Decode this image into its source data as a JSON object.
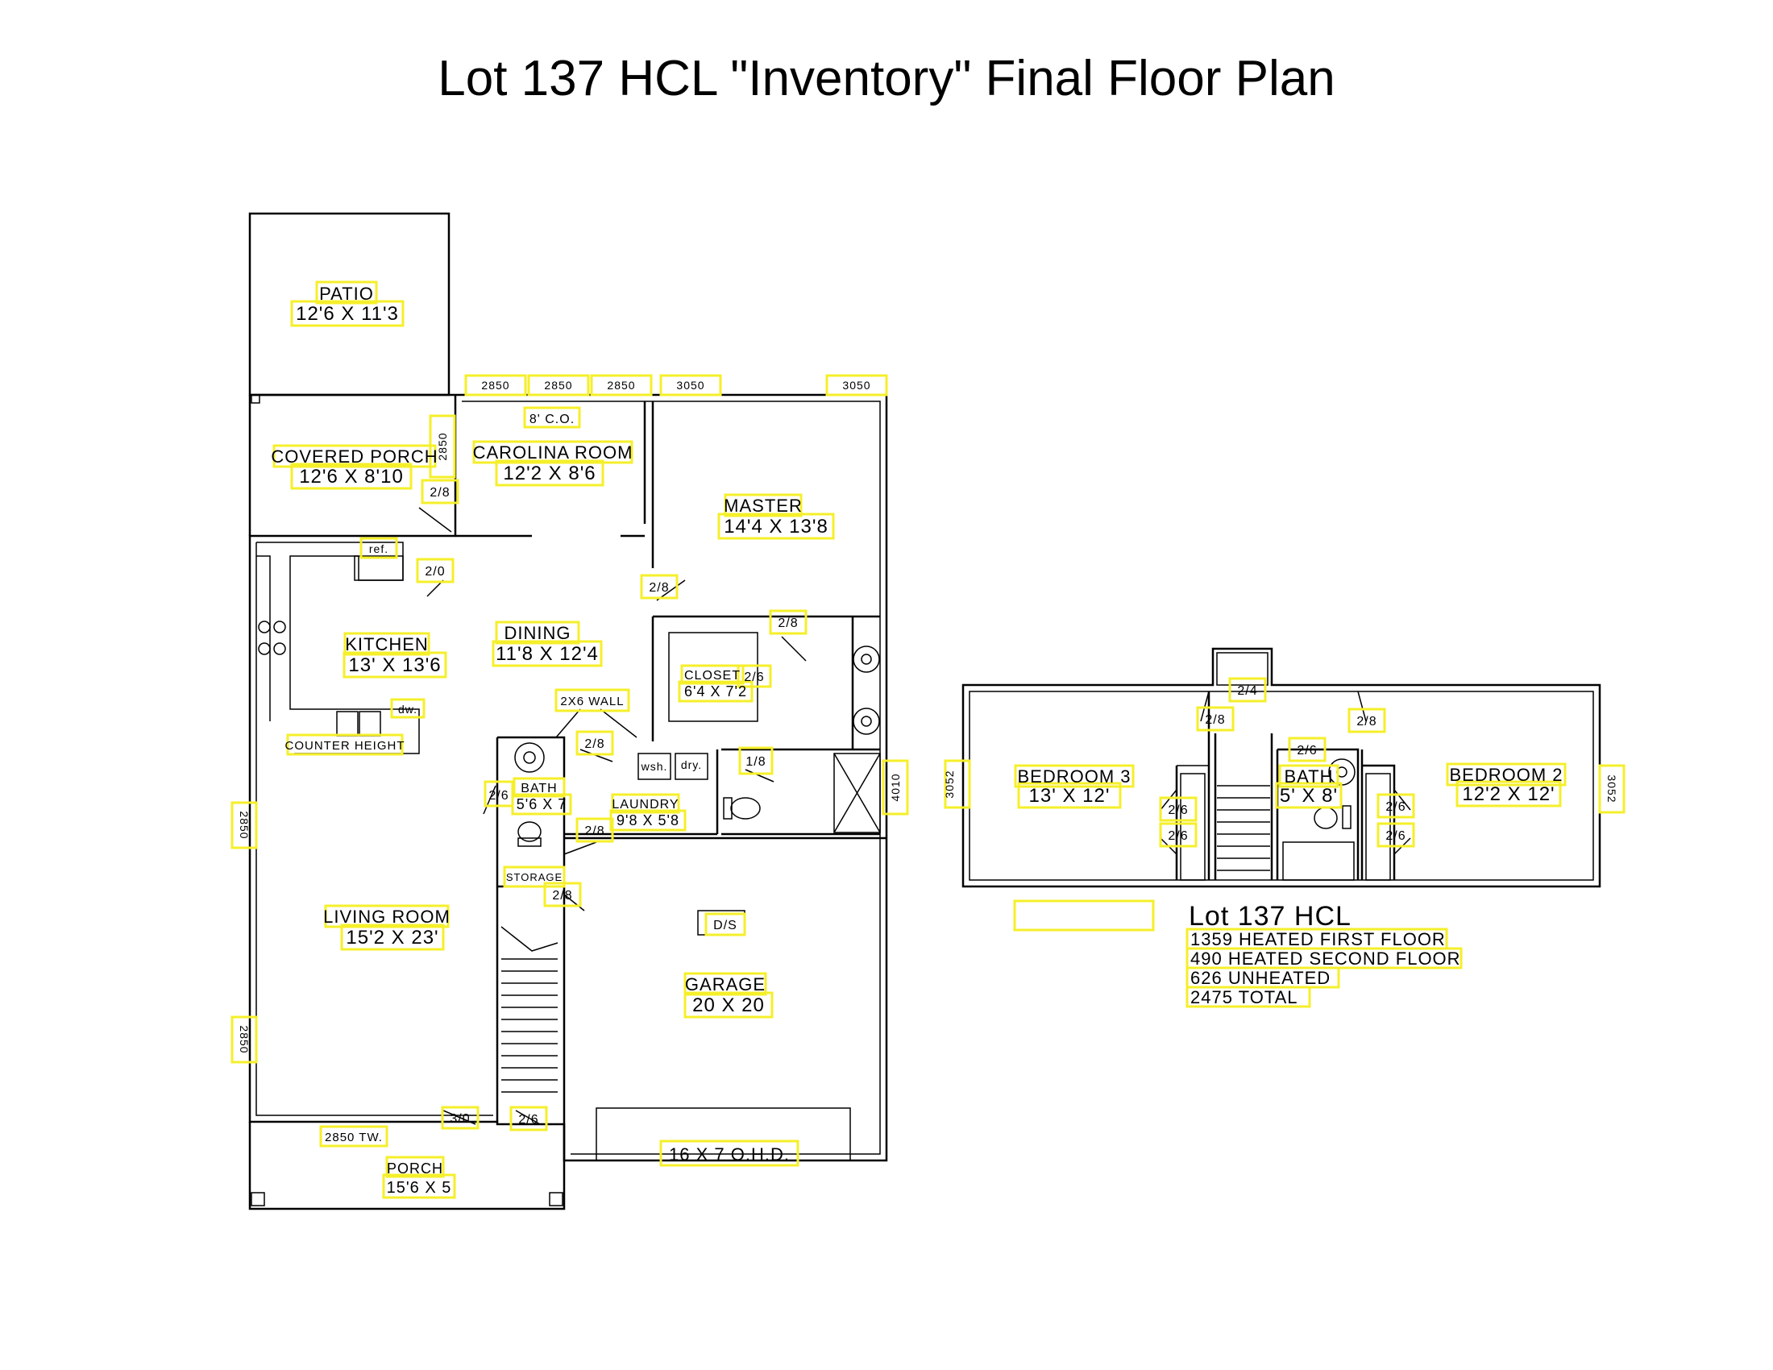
{
  "title": "Lot 137 HCL \"Inventory\" Final Floor Plan",
  "first_floor": {
    "patio": {
      "name": "PATIO",
      "dims": "12'6 X 11'3"
    },
    "covered_porch": {
      "name": "COVERED PORCH",
      "dims": "12'6 X 8'10"
    },
    "carolina_room": {
      "name": "CAROLINA ROOM",
      "dims": "12'2 X 8'6"
    },
    "master": {
      "name": "MASTER",
      "dims": "14'4 X 13'8"
    },
    "kitchen": {
      "name": "KITCHEN",
      "dims": "13' X 13'6"
    },
    "dining": {
      "name": "DINING",
      "dims": "11'8 X 12'4"
    },
    "closet": {
      "name": "CLOSET",
      "dims": "6'4 X 7'2"
    },
    "bath": {
      "name": "BATH",
      "dims": "5'6 X 7"
    },
    "laundry": {
      "name": "LAUNDRY",
      "dims": "9'8 X 5'8"
    },
    "living_room": {
      "name": "LIVING ROOM",
      "dims": "15'2 X 23'"
    },
    "garage": {
      "name": "GARAGE",
      "dims": "20 X 20"
    },
    "porch": {
      "name": "PORCH",
      "dims": "15'6 X 5"
    },
    "labels": {
      "co": "8' C.O.",
      "ref": "ref.",
      "dw": "dw.",
      "counter_height": "COUNTER HEIGHT",
      "wall_2x6": "2X6 WALL",
      "wsh": "wsh.",
      "dry": "dry.",
      "storage": "STORAGE",
      "ds": "D/S",
      "ohd": "16 X 7 O.H.D.",
      "tw": "2850 TW."
    },
    "windows": {
      "w1": "2850",
      "w2": "2850",
      "w3": "2850",
      "w4": "3050",
      "w5": "3050",
      "w_porch": "2850",
      "w_living_1": "2850",
      "w_living_2": "2850",
      "w_master": "4010"
    },
    "doors": {
      "porch_door": "2/8",
      "kitchen_door": "2/0",
      "master_door": "2/8",
      "closet_door": "2/8",
      "closet_inner": "2/6",
      "wall_door": "2/8",
      "bath_door": "2/6",
      "laundry_door": "2/8",
      "wc_door": "1/8",
      "storage_door": "2/8",
      "front_door": "3/0",
      "garage_door": "2/6"
    }
  },
  "second_floor": {
    "bedroom3": {
      "name": "BEDROOM 3",
      "dims": "13' X 12'"
    },
    "bath": {
      "name": "BATH",
      "dims": "5' X 8'"
    },
    "bedroom2": {
      "name": "BEDROOM 2",
      "dims": "12'2 X 12'"
    },
    "windows": {
      "left": "3052",
      "right": "3052"
    },
    "doors": {
      "attic": "2/4",
      "hall_left": "2/8",
      "hall_right": "2/8",
      "bath_door": "2/6",
      "closet_l1": "2/6",
      "closet_l2": "2/6",
      "closet_r1": "2/6",
      "closet_r2": "2/6"
    }
  },
  "summary": {
    "heading": "Lot 137 HCL",
    "lines": [
      "1359 HEATED FIRST FLOOR",
      "490 HEATED SECOND FLOOR",
      "626 UNHEATED",
      "2475 TOTAL"
    ]
  },
  "colors": {
    "highlight": "#f5ef2a",
    "line": "#000000",
    "background": "#ffffff"
  }
}
